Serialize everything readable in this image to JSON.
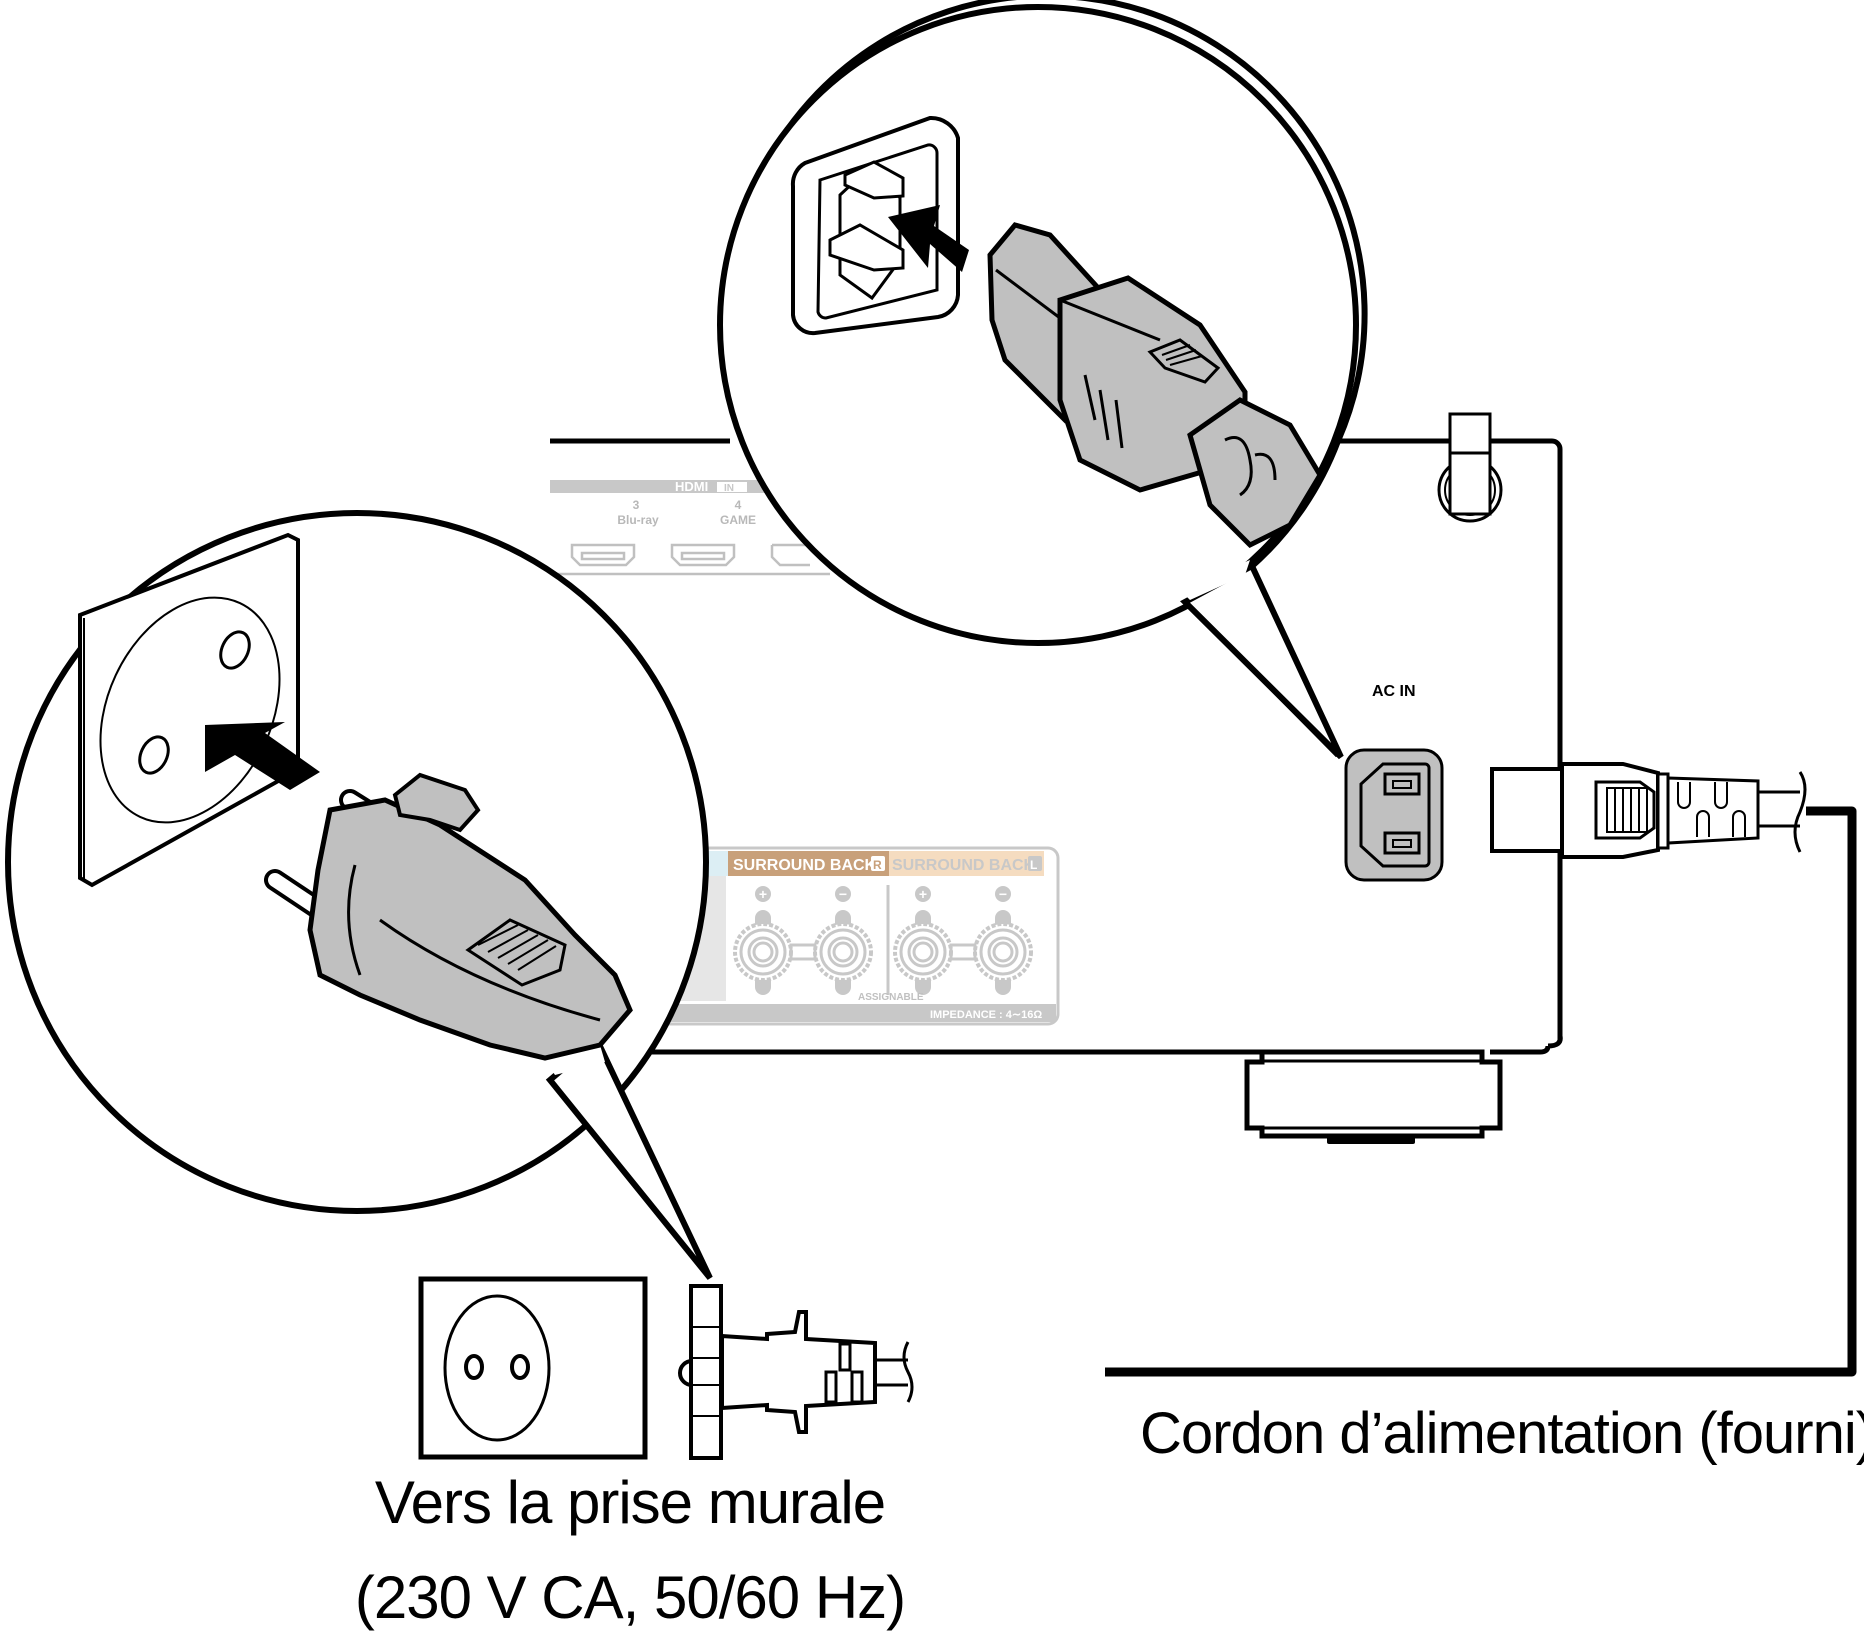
{
  "title": "Power cord connection diagram",
  "labels": {
    "ac_in": "AC IN",
    "wall_outlet_line1": "Vers la prise murale",
    "wall_outlet_line2": "(230 V CA, 50/60 Hz)",
    "power_cord": "Cordon d’alimentation (fourni)"
  },
  "panel": {
    "hdmi_header": "HDMI",
    "hdmi_in_badge": "IN",
    "hdmi_ports": [
      {
        "number": "3",
        "name": "Blu-ray"
      },
      {
        "number": "4",
        "name": "GAME"
      }
    ],
    "surround_back_r": "SURROUND BACK",
    "surround_back_r_badge": "R",
    "surround_back_l": "SURROUND BACK",
    "surround_back_l_badge": "L",
    "plus": "+",
    "minus": "−",
    "assignable": "ASSIGNABLE",
    "impedance": "IMPEDANCE : 4∼16Ω"
  },
  "colors": {
    "line": "#000000",
    "plug_fill": "#c0c0c0",
    "panel_grey": "#c8c8c8",
    "surround_r": "#c8a07a",
    "surround_l": "#f5dcc0",
    "panel_blue": "#dceef4"
  }
}
